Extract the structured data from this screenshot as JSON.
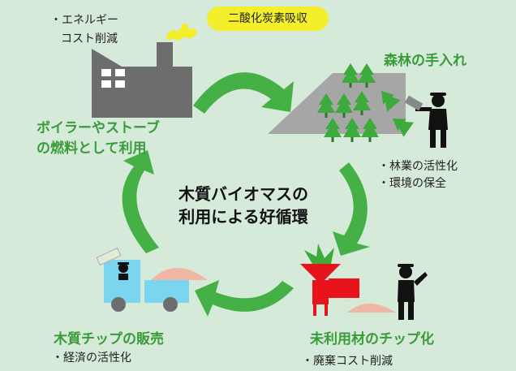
{
  "co2_bubble": "二酸化炭素吸収",
  "factory": {
    "bullet_line1": "・エネルギー",
    "bullet_line2": "コスト削減",
    "heading_line1": "ボイラーやストーブ",
    "heading_line2": "の燃料として利用"
  },
  "forest": {
    "heading": "森林の手入れ",
    "bullets": [
      "・林業の活性化",
      "・環境の保全"
    ]
  },
  "center": {
    "line1": "木質バイオマスの",
    "line2": "利用による好循環"
  },
  "chip": {
    "heading": "未利用材のチップ化",
    "bullet": "・廃棄コスト削減"
  },
  "sales": {
    "heading": "木質チップの販売",
    "bullet": "・経済の活性化"
  },
  "colors": {
    "background": "#d6ead9",
    "arrow_green": "#45b045",
    "heading_green": "#3a9b3a",
    "tree_green": "#3cab3c",
    "factory_gray": "#6d6d6d",
    "mountain_gray": "#a6a6a6",
    "chipper_red": "#e8141c",
    "truck_blue": "#7ad6ee",
    "chip_pile": "#f0b8a4",
    "smoke_yellow": "#f5ee2a"
  }
}
